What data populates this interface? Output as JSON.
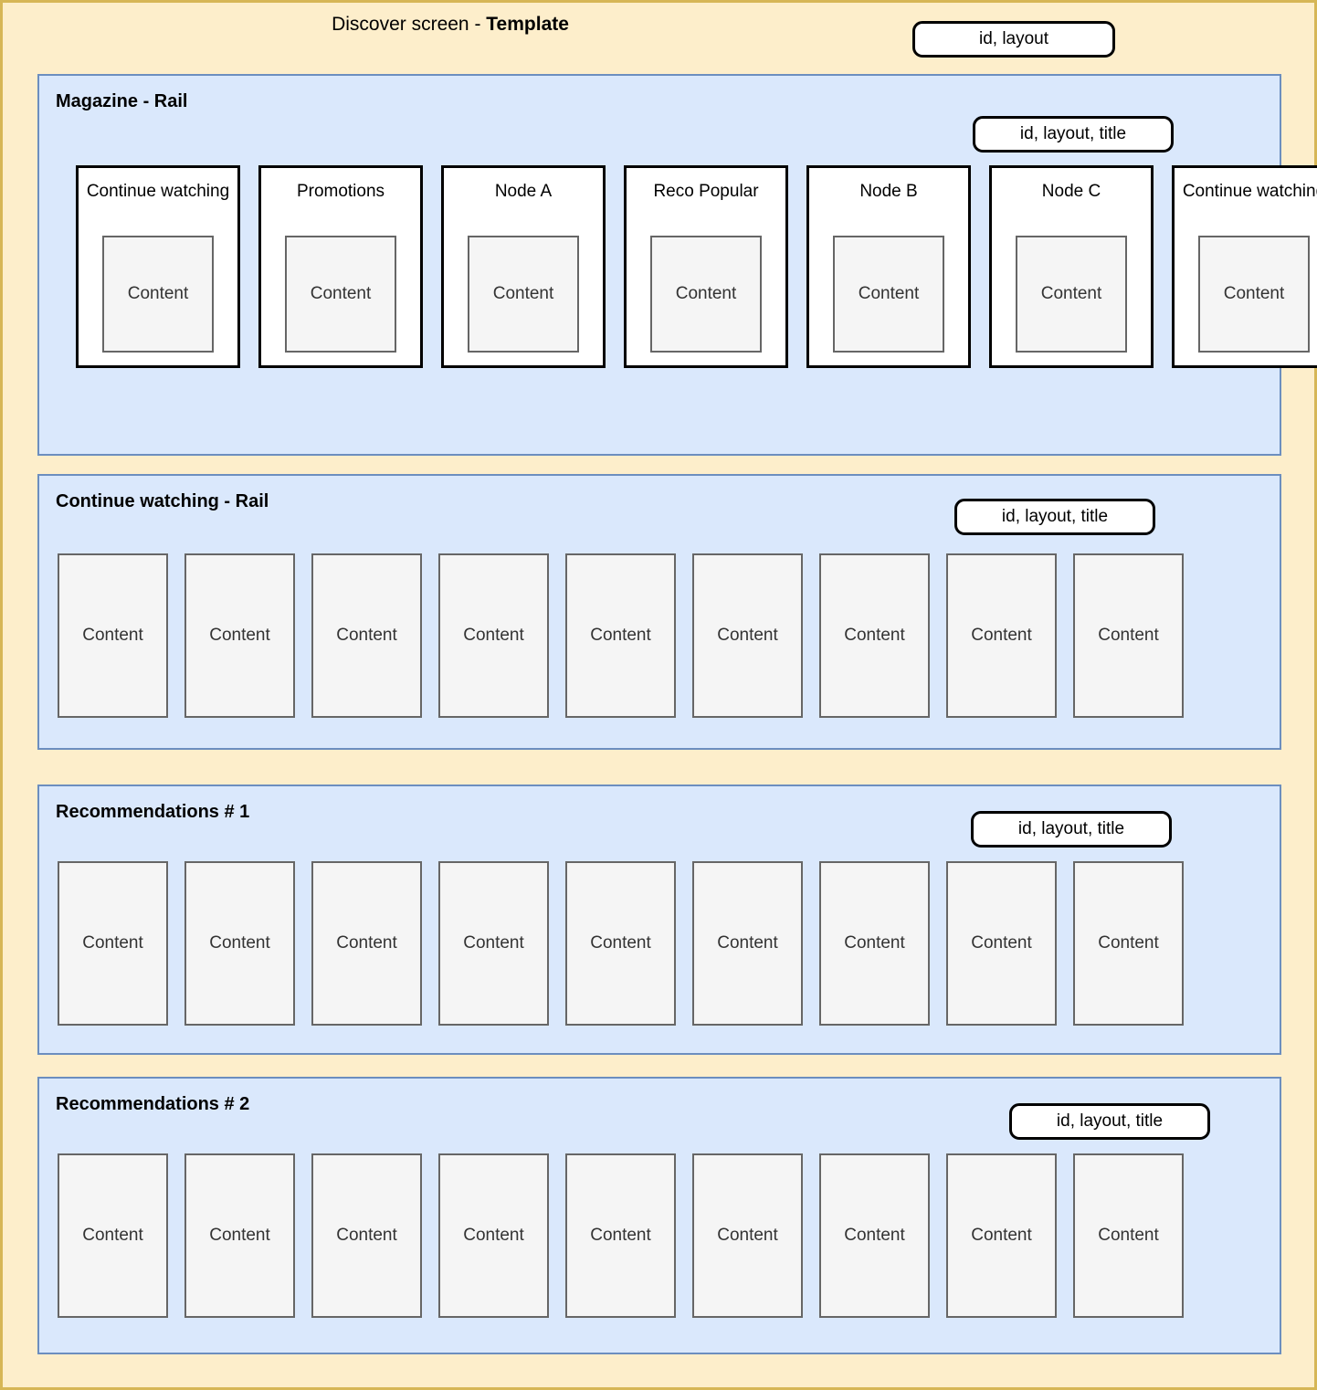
{
  "header": {
    "title_prefix": "Discover screen - ",
    "title_bold": "Template",
    "badge": "id, layout"
  },
  "colors": {
    "page_background": "#fdeecb",
    "page_border": "#d6b656",
    "panel_background": "#dae8fc",
    "panel_border": "#6c8ebf",
    "card_background": "#ffffff",
    "card_border": "#000000",
    "content_background": "#f5f5f5",
    "content_border": "#666666",
    "badge_background": "#ffffff",
    "badge_border": "#000000"
  },
  "content_label": "Content",
  "sections": [
    {
      "title": "Magazine - Rail",
      "badge": "id, layout, title",
      "type": "magazine",
      "cards": [
        {
          "title": "Continue watching",
          "content": "Content"
        },
        {
          "title": "Promotions",
          "content": "Content"
        },
        {
          "title": "Node A",
          "content": "Content"
        },
        {
          "title": "Reco Popular",
          "content": "Content"
        },
        {
          "title": "Node B",
          "content": "Content"
        },
        {
          "title": "Node C",
          "content": "Content"
        },
        {
          "title": "Continue watching",
          "content": "Content"
        }
      ]
    },
    {
      "title": "Continue watching - Rail",
      "badge": "id, layout, title",
      "type": "content-rail",
      "cards": [
        {
          "content": "Content"
        },
        {
          "content": "Content"
        },
        {
          "content": "Content"
        },
        {
          "content": "Content"
        },
        {
          "content": "Content"
        },
        {
          "content": "Content"
        },
        {
          "content": "Content"
        },
        {
          "content": "Content"
        },
        {
          "content": "Content"
        }
      ]
    },
    {
      "title": "Recommendations # 1",
      "badge": "id, layout, title",
      "type": "content-rail",
      "cards": [
        {
          "content": "Content"
        },
        {
          "content": "Content"
        },
        {
          "content": "Content"
        },
        {
          "content": "Content"
        },
        {
          "content": "Content"
        },
        {
          "content": "Content"
        },
        {
          "content": "Content"
        },
        {
          "content": "Content"
        },
        {
          "content": "Content"
        }
      ]
    },
    {
      "title": "Recommendations # 2",
      "badge": "id, layout, title",
      "type": "content-rail",
      "cards": [
        {
          "content": "Content"
        },
        {
          "content": "Content"
        },
        {
          "content": "Content"
        },
        {
          "content": "Content"
        },
        {
          "content": "Content"
        },
        {
          "content": "Content"
        },
        {
          "content": "Content"
        },
        {
          "content": "Content"
        },
        {
          "content": "Content"
        }
      ]
    }
  ]
}
